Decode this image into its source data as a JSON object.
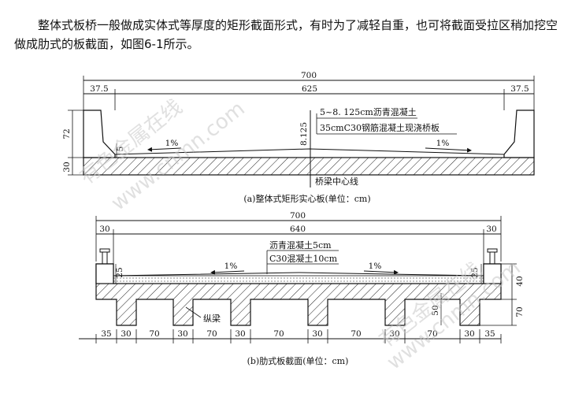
{
  "intro_text": "整体式板桥一般做成实体式等厚度的矩形截面形式，有时为了减轻自重，也可将截面受拉区稍加挖空做成肋式的板截面，如图6-1所示。",
  "figure_a": {
    "caption": "(a)整体式矩形实心板(单位：cm)",
    "dim_total": "700",
    "dim_left": "37.5",
    "dim_mid": "625",
    "dim_right": "37.5",
    "dim_h_top": "72",
    "dim_h_bottom": "30",
    "dim_5": "5",
    "dim_center": "8.125",
    "note_asphalt": "5~8. 125cm沥青混凝土",
    "note_slab": "35cmC30钢筋混凝土现浇桥板",
    "slope_left": "1%",
    "slope_right": "1%",
    "centerline": "桥梁中心线"
  },
  "figure_b": {
    "caption": "(b)肋式板截面(单位：cm)",
    "dim_total": "700",
    "dim_left": "30",
    "dim_mid": "640",
    "dim_right": "30",
    "note_asphalt": "沥青混凝土5cm",
    "note_concrete": "C30混凝土10cm",
    "slope_left": "1%",
    "slope_right": "1%",
    "dim_25_left": "25",
    "dim_25_right": "25",
    "dim_40": "40",
    "dim_70_right": "70",
    "dim_50": "50",
    "rib_label": "纵梁",
    "bottom_dims": [
      "35",
      "30",
      "70",
      "30",
      "70",
      "30",
      "70",
      "30",
      "70",
      "30",
      "70",
      "30",
      "35"
    ]
  },
  "watermarks": [
    "有色金属在线",
    "www.cnmn.com",
    "有色金属在线",
    "www.cnmn.com"
  ]
}
